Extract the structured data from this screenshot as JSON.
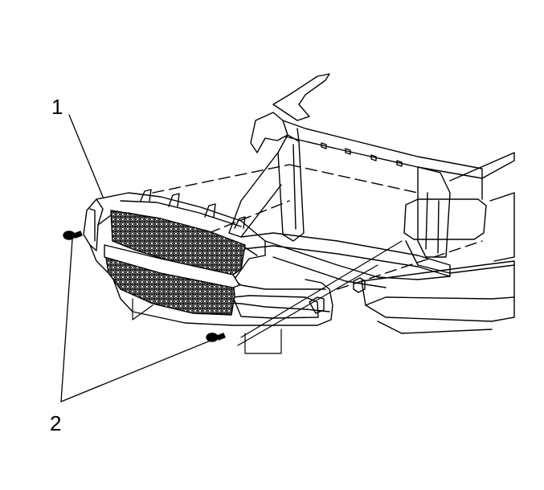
{
  "callouts": [
    {
      "id": "1",
      "text": "1",
      "target": "front-fascia"
    },
    {
      "id": "2",
      "text": "2",
      "target": "fascia-retainers"
    }
  ],
  "colors": {
    "line": "#000000",
    "background": "#ffffff",
    "grille_fill": "#e8e8e8"
  }
}
